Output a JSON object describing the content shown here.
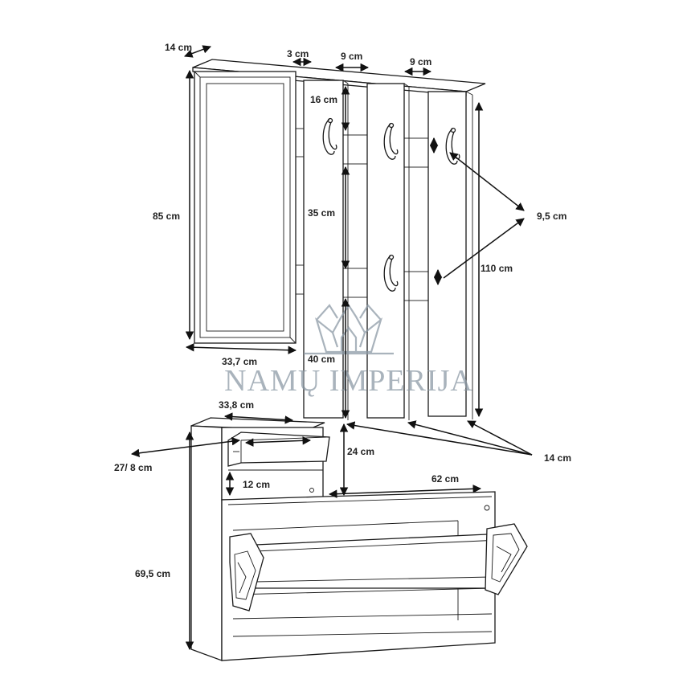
{
  "colors": {
    "line": "#1a1a1a",
    "watermark": "#8d9aa6",
    "background": "#ffffff"
  },
  "watermark": {
    "text": "NAMŲ IMPERIJA",
    "icon": "crown-lotus-logo-icon"
  },
  "dimensions": {
    "mirror_depth": "14 cm",
    "panel_gap": "3 cm",
    "panel_width_center": "9 cm",
    "panel_width_right": "9 cm",
    "hook_top_offset": "16 cm",
    "mirror_height": "85 cm",
    "hook_spacing": "35 cm",
    "hook_height": "9,5 cm",
    "panel_height": "110 cm",
    "mirror_width": "33,7 cm",
    "panel_bottom_offset": "40 cm",
    "cabinet_width": "33,8 cm",
    "drawer_depth": "27/ 8 cm",
    "drawer_height": "24 cm",
    "shelf_height": "12 cm",
    "shoe_cabinet_width": "62 cm",
    "panel_depth": "14 cm",
    "cabinet_height": "69,5 cm"
  }
}
